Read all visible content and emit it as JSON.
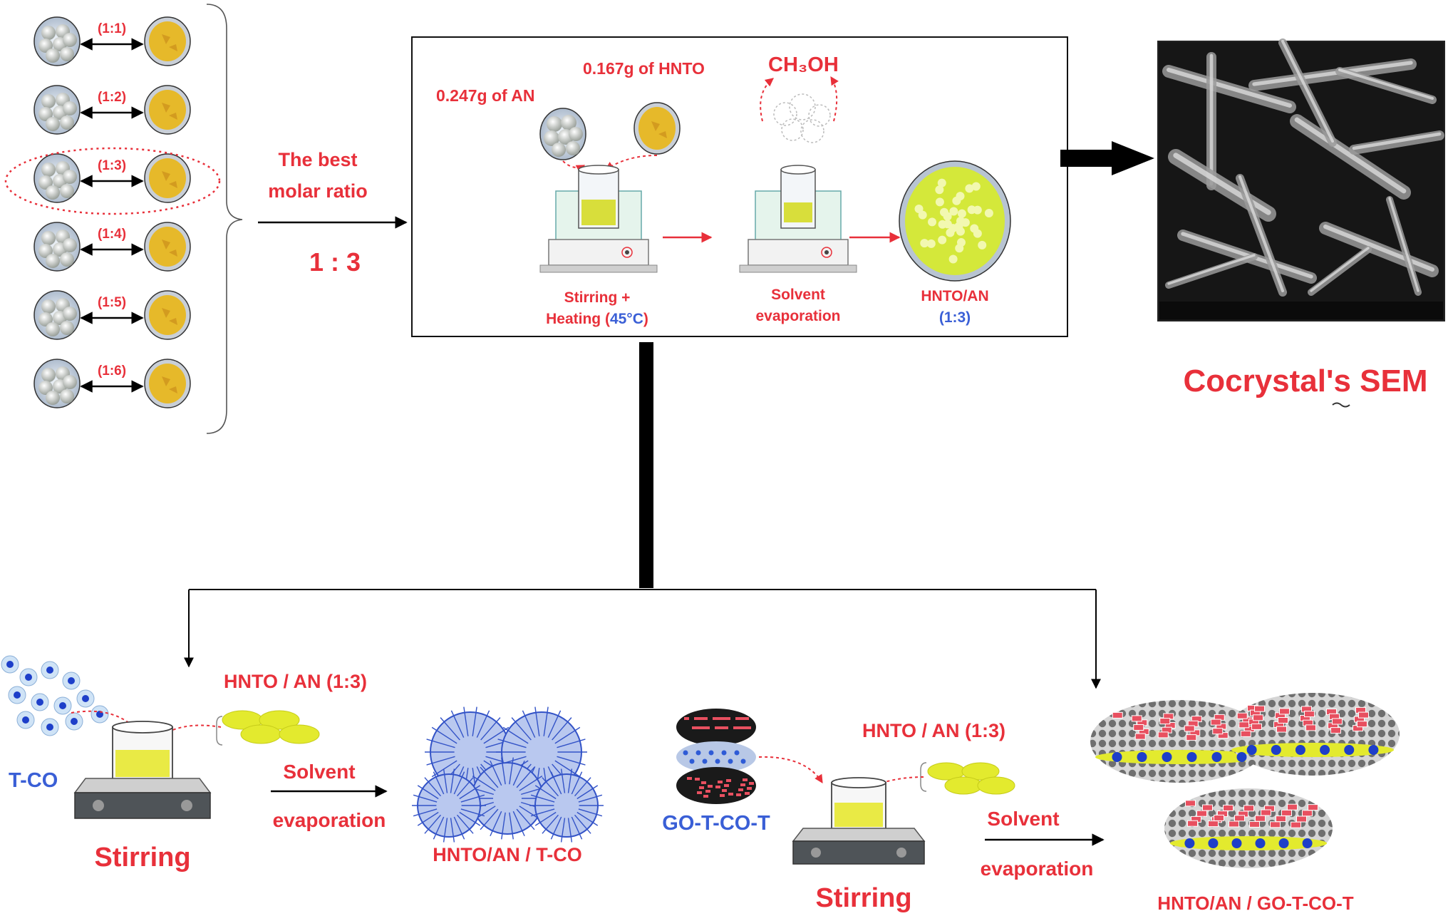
{
  "ratios": [
    "(1:1)",
    "(1:2)",
    "(1:3)",
    "(1:4)",
    "(1:5)",
    "(1:6)"
  ],
  "best_ratio": {
    "line1": "The best",
    "line2": "molar ratio",
    "value": "1 : 3"
  },
  "process_box": {
    "an_amount": "0.247g of AN",
    "hnto_amount": "0.167g of HNTO",
    "solvent": "CH₃OH",
    "step1_line1": "Stirring +",
    "step1_line2_prefix": "Heating (",
    "step1_temp": "45°C",
    "step1_line2_suffix": ")",
    "step2_line1": "Solvent",
    "step2_line2": "evaporation",
    "product_line1": "HNTO/AN",
    "product_line2": "(1:3)"
  },
  "sem_caption": "Cocrystal's SEM",
  "left_branch": {
    "additive": "T-CO",
    "cocrystal": "HNTO / AN (1:3)",
    "arrow_line1": "Solvent",
    "arrow_line2": "evaporation",
    "method": "Stirring",
    "product": "HNTO/AN  / T-CO"
  },
  "right_branch": {
    "additive": "GO-T-CO-T",
    "cocrystal": "HNTO / AN (1:3)",
    "arrow_line1": "Solvent",
    "arrow_line2": "evaporation",
    "method": "Stirring",
    "product": "HNTO/AN / GO-T-CO-T"
  },
  "colors": {
    "red": "#e8303a",
    "blue": "#3a5fd6",
    "yellow": "#e6c72a",
    "graphene": "#7a7a7a"
  }
}
